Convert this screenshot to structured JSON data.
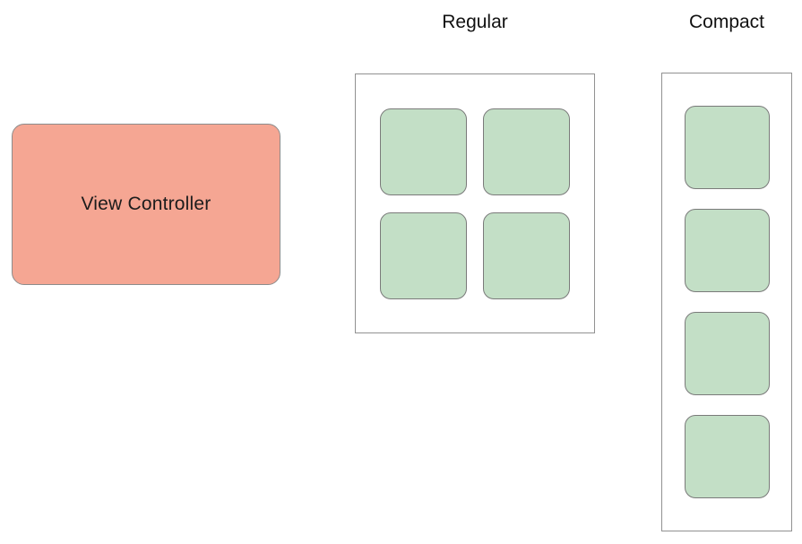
{
  "diagram": {
    "title": "view-controller-size-classes",
    "view_controller": {
      "label": "View Controller",
      "fill_color": "#f5a693",
      "border_color": "#8c8c8c"
    },
    "regular": {
      "label": "Regular",
      "layout": "2x2-grid",
      "view_count": 4
    },
    "compact": {
      "label": "Compact",
      "layout": "vertical-stack",
      "view_count": 4
    },
    "colors": {
      "child_view_fill": "#c3dfc6",
      "child_view_border": "#7a7a7a",
      "container_border": "#919191",
      "background": "#ffffff",
      "text": "#111111"
    }
  }
}
